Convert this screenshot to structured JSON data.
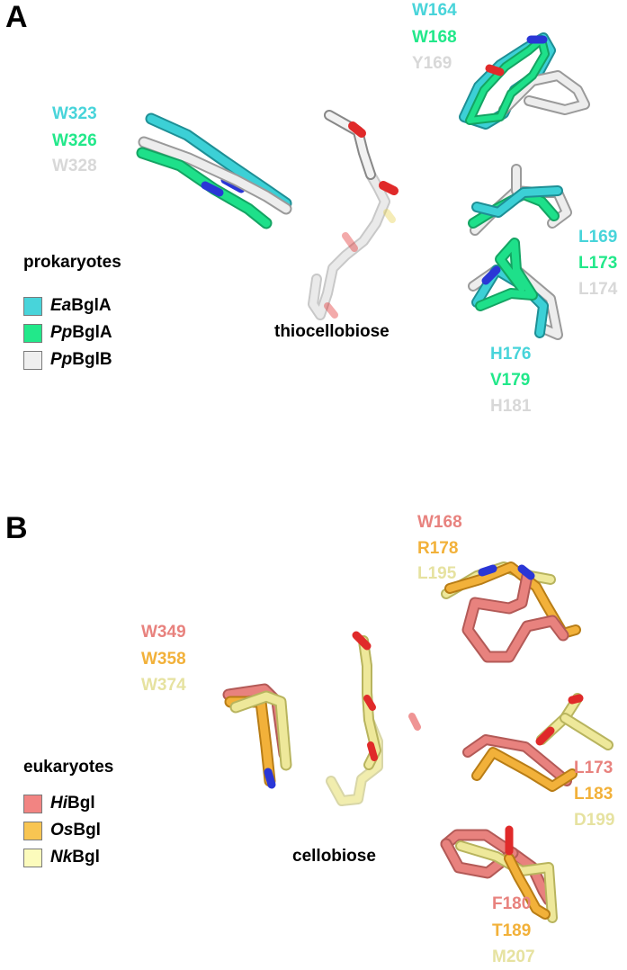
{
  "panelA": {
    "letter": "A",
    "ligand": "thiocellobiose",
    "legend": {
      "title": "prokaryotes",
      "items": [
        {
          "italic": "Ea",
          "rest": "BglA",
          "color": "#48D4DA"
        },
        {
          "italic": "Pp",
          "rest": "BglA",
          "color": "#22E88A"
        },
        {
          "italic": "Pp",
          "rest": "BglB",
          "color": "#EFEFEF"
        }
      ]
    },
    "residues": {
      "top": [
        "W164",
        "W168",
        "Y169"
      ],
      "left": [
        "W323",
        "W326",
        "W328"
      ],
      "mid": [
        "L169",
        "L173",
        "L174"
      ],
      "bottom": [
        "H176",
        "V179",
        "H181"
      ]
    }
  },
  "panelB": {
    "letter": "B",
    "ligand": "cellobiose",
    "legend": {
      "title": "eukaryotes",
      "items": [
        {
          "italic": "Hi",
          "rest": "Bgl",
          "color": "#F28482"
        },
        {
          "italic": "Os",
          "rest": "Bgl",
          "color": "#F8C552"
        },
        {
          "italic": "Nk",
          "rest": "Bgl",
          "color": "#FCFBBC"
        }
      ]
    },
    "residues": {
      "top": [
        "W168",
        "R178",
        "L195"
      ],
      "left": [
        "W349",
        "W358",
        "W374"
      ],
      "mid": [
        "L173",
        "L183",
        "D199"
      ],
      "bottom": [
        "F180",
        "T189",
        "M207"
      ]
    }
  },
  "colors": {
    "cyan": "#3CD0D6",
    "green": "#1EE08A",
    "gray": "#C8C8C8",
    "salmon": "#E8827E",
    "orange": "#F2B13A",
    "yellow": "#EEE89A",
    "oxygen": "#E02A2A",
    "nitrogen": "#2A36D6"
  }
}
